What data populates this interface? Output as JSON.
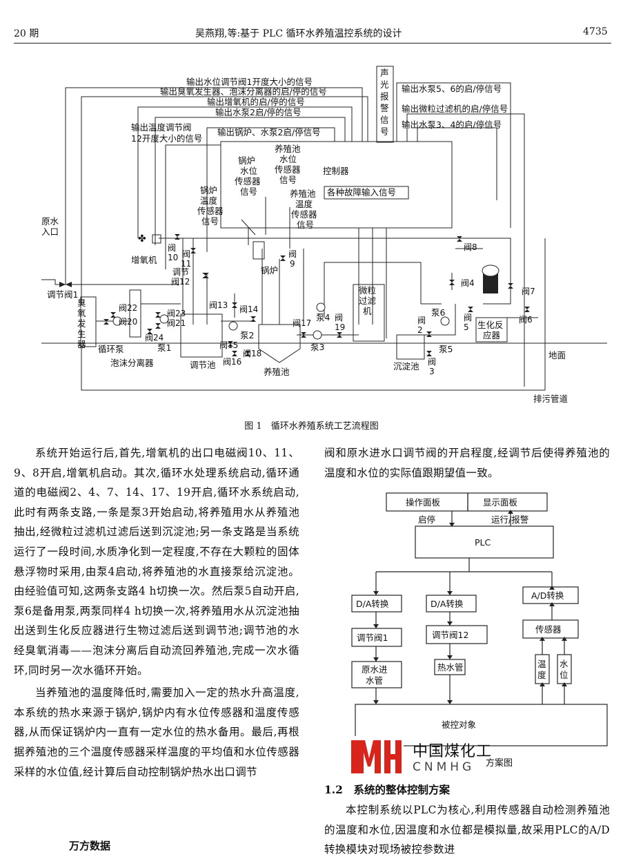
{
  "header": {
    "issue": "20 期",
    "title": "吴燕翔,等:基于 PLC 循环水养殖温控系统的设计",
    "page": "4735"
  },
  "figure1": {
    "caption": "图 1　循环水养殖系统工艺流程图",
    "signals_out": {
      "s1": "输出水位调节阀1开度大小的信号",
      "s2": "输出臭氧发生器、泡沫分离器的启/停的信号",
      "s3": "输出增氧机的启/停的信号",
      "s4": "输出水泵2启/停的信号",
      "s5a": "输出温度调节阀",
      "s5b": "12开度大小的信号",
      "s6": "输出锅炉、水泵2启/停信号",
      "s7": "输出水泵5、6的启/停信号",
      "s8": "输出微粒过滤机的启/停信号",
      "s9": "输出水泵3、4的启/停信号"
    },
    "alarm": [
      "声",
      "光",
      "报",
      "警",
      "信",
      "号"
    ],
    "controller": "控制器",
    "fault_input": "各种故障输入信号",
    "sensors": {
      "boiler_level": [
        "锅炉",
        "水位",
        "传感器",
        "信号"
      ],
      "pond_level": [
        "养殖池",
        "水位",
        "传感器",
        "信号"
      ],
      "boiler_temp": [
        "锅炉",
        "温度",
        "传感器",
        "信号"
      ],
      "pond_temp": [
        "养殖池",
        "温度",
        "传感器",
        "信号"
      ]
    },
    "equip": {
      "raw_water": [
        "原水",
        "入口"
      ],
      "reg_valve": "调节阀1",
      "aerator": "增氧机",
      "ozone": [
        "臭",
        "氧",
        "发",
        "生",
        "器"
      ],
      "circ_pump": "循环泵",
      "foam": "泡沫分离器",
      "reg_pond": "调节池",
      "breed_pond": "养殖池",
      "boiler": "锅炉",
      "filter": [
        "微粒",
        "过滤",
        "机"
      ],
      "settle": "沉淀池",
      "bio": [
        "生化反",
        "应器"
      ],
      "ground": "地面",
      "drain": "排污管道"
    },
    "valves": {
      "v10": [
        "阀",
        "10"
      ],
      "v11": [
        "阀",
        "11"
      ],
      "v12": [
        "调节",
        "阀12"
      ],
      "v9": [
        "阀",
        "9"
      ],
      "v8": "阀8",
      "v4": "阀4",
      "v7": "阀7",
      "v6": "阀6",
      "v5": [
        "阀",
        "5"
      ],
      "v2a": [
        "阀",
        "2"
      ],
      "v3": [
        "阀",
        "3"
      ],
      "v13": "阀13",
      "v14": "阀14",
      "v15": "阀15",
      "v16": "阀16",
      "v18": "阀18",
      "v17": "阀17",
      "v19": [
        "阀",
        "19"
      ],
      "v22": "阀22",
      "v20": "阀20",
      "v23": "阀23",
      "v21": "阀21",
      "v24": "阀24"
    },
    "pumps": {
      "p1": "泵1",
      "p2": "泵2",
      "p3": "泵3",
      "p4": "泵4",
      "p5": "泵5",
      "p6": "泵6"
    }
  },
  "body_left": {
    "p1": "系统开始运行后,首先,增氧机的出口电磁阀10、11、9、8开启,增氧机启动。其次,循环水处理系统启动,循环通道的电磁阀2、4、7、14、17、19开启,循环水系统启动,此时有两条支路,一条是泵3开始启动,将养殖用水从养殖池抽出,经微粒过滤机过滤后送到沉淀池;另一条支路是当系统运行了一段时间,水质净化到一定程度,不存在大颗粒的固体悬浮物时采用,由泵4启动,将养殖池的水直接泵给沉淀池。由经验值可知,这两条支路4 h切换一次。然后泵5自动开启,泵6是备用泵,两泵同样4 h切换一次,将养殖用水从沉淀池抽出送到生化反应器进行生物过滤后送到调节池;调节池的水经臭氧消毒——泡沫分离后自动流回养殖池,完成一次水循环,同时另一次水循环开始。",
    "p2": "当养殖池的温度降低时,需要加入一定的热水升高温度,本系统的热水来源于锅炉,锅炉内有水位传感器和温度传感器,从而保证锅炉内一直有一定水位的热水备用。最后,再根据养殖池的三个温度传感器采样温度的平均值和水位传感器采样的水位值,经计算后自动控制锅炉热水出口调节"
  },
  "body_right": {
    "p1": "阀和原水进水口调节阀的开启程度,经调节后使得养殖池的温度和水位的实际值跟期望值一致。",
    "section": "1.2　系统的整体控制方案",
    "p2": "本控制系统以PLC为核心,利用传感器自动检测养殖池的温度和水位,因温度和水位都是模拟量,故采用PLC的A/D转换模块对现场被控参数进"
  },
  "figure2": {
    "op_panel": "操作面板",
    "disp_panel": "显示面板",
    "start_stop": "启停",
    "run_alarm": "运行/报警",
    "plc": "PLC",
    "da1": "D/A转换",
    "da2": "D/A转换",
    "ad": "A/D转换",
    "valve1": "调节阀1",
    "valve12": "调节阀12",
    "sensor": "传感器",
    "rawpipe": [
      "原水进",
      "水管"
    ],
    "hotpipe": "热水管",
    "temp": [
      "温",
      "度"
    ],
    "level": [
      "水",
      "位"
    ],
    "controlled": "被控对象",
    "caption_tail": "方案图"
  },
  "watermark": {
    "cn": "中国煤化工",
    "en": "CNMHG",
    "wanfang": "万方数据"
  }
}
